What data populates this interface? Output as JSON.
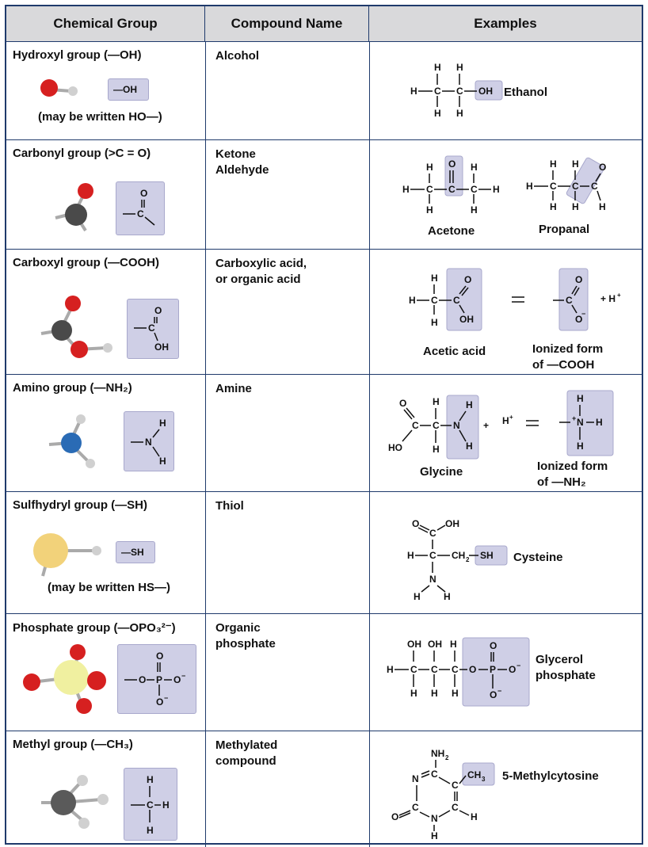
{
  "headers": {
    "chemical_group": "Chemical Group",
    "compound_name": "Compound Name",
    "examples": "Examples"
  },
  "rows": [
    {
      "group": "Hydroxyl group (—OH)",
      "formula": "—OH",
      "note": "(may be written HO—)",
      "compound": "Alcohol",
      "examples": [
        "Ethanol"
      ]
    },
    {
      "group": "Carbonyl group (>C = O)",
      "compound": "Ketone\nAldehyde",
      "examples": [
        "Acetone",
        "Propanal"
      ]
    },
    {
      "group": "Carboxyl group (—COOH)",
      "compound": "Carboxylic acid,\nor organic acid",
      "examples": [
        "Acetic acid",
        "Ionized form\nof —COOH"
      ]
    },
    {
      "group": "Amino group (—NH₂)",
      "compound": "Amine",
      "examples": [
        "Glycine",
        "Ionized form\nof —NH₂"
      ]
    },
    {
      "group": "Sulfhydryl group (—SH)",
      "formula": "—SH",
      "note": "(may be written HS—)",
      "compound": "Thiol",
      "examples": [
        "Cysteine"
      ]
    },
    {
      "group": "Phosphate group (—OPO₃²⁻)",
      "compound": "Organic\nphosphate",
      "examples": [
        "Glycerol\nphosphate"
      ]
    },
    {
      "group": "Methyl group (—CH₃)",
      "compound": "Methylated\ncompound",
      "examples": [
        "5-Methylcytosine"
      ]
    }
  ],
  "colors": {
    "border": "#1f3a6b",
    "header_bg": "#d9d9db",
    "highlight": "#cfcfe6",
    "oxygen": "#d62020",
    "carbon": "#4a4a4a",
    "nitrogen": "#2a6bb5",
    "sulfur": "#f2d27a",
    "phosphorus": "#f0f0a0",
    "hydrogen": "#d0d0d0"
  }
}
